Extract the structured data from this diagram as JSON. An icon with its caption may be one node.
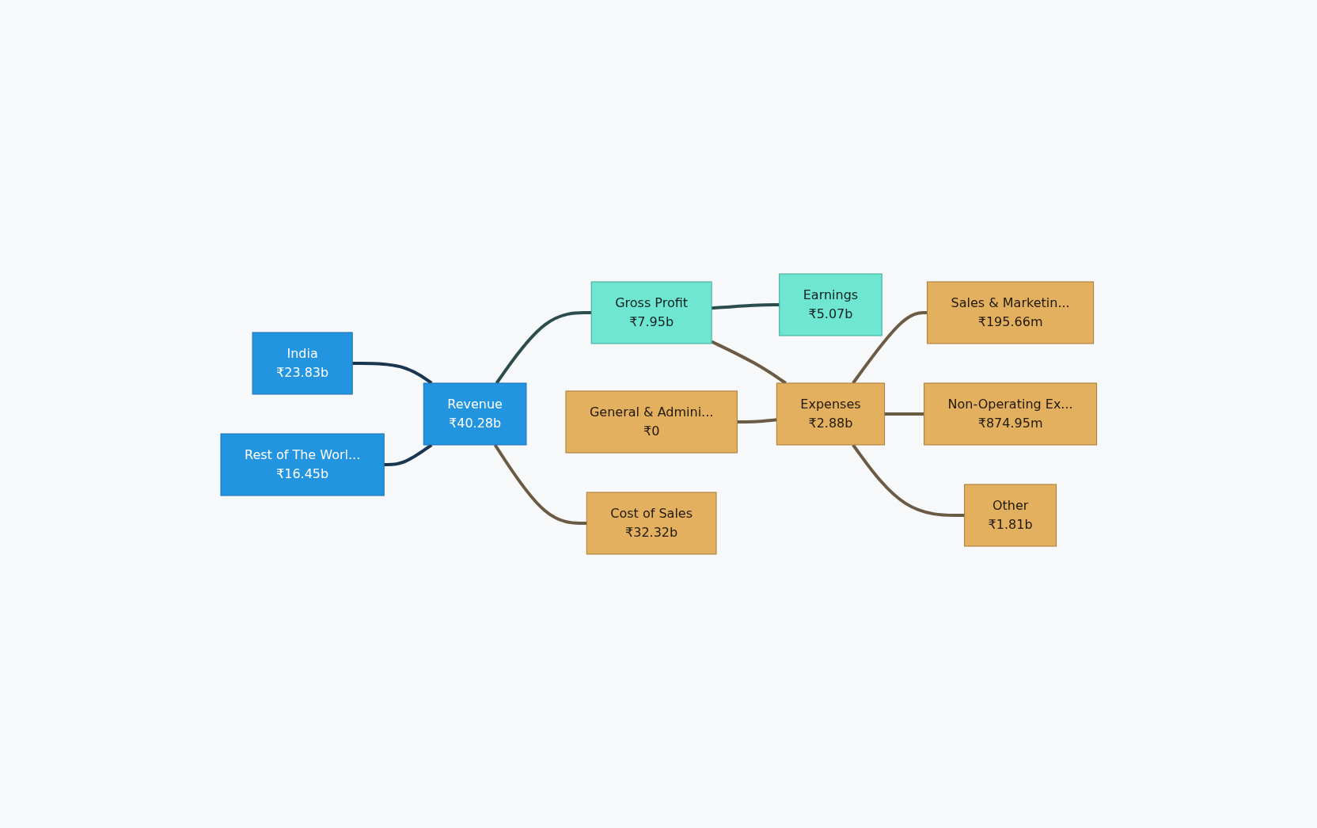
{
  "diagram": {
    "nodes": [
      {
        "text": [
          "India",
          "₹23.83b"
        ]
      },
      {
        "text": [
          "Rest of The Worl...",
          "₹16.45b"
        ]
      },
      {
        "text": [
          "Revenue",
          "₹40.28b"
        ]
      },
      {
        "text": [
          "Gross Profit",
          "₹7.95b"
        ]
      },
      {
        "text": [
          "General & Admini...",
          "₹0"
        ]
      },
      {
        "text": [
          "Cost of Sales",
          "₹32.32b"
        ]
      },
      {
        "text": [
          "Earnings",
          "₹5.07b"
        ]
      },
      {
        "text": [
          "Expenses",
          "₹2.88b"
        ]
      },
      {
        "text": [
          "Sales & Marketin...",
          "₹195.66m"
        ]
      },
      {
        "text": [
          "Non-Operating Ex...",
          "₹874.95m"
        ]
      },
      {
        "text": [
          "Other",
          "₹1.81b"
        ]
      }
    ],
    "edges": [
      {
        "from": 0,
        "to": 2,
        "arrow": "none",
        "color": "#1a3550"
      },
      {
        "from": 1,
        "to": 2,
        "arrow": "none",
        "color": "#1a3550"
      },
      {
        "from": 2,
        "to": 3,
        "arrow": "none",
        "color": "#2c4d4d"
      },
      {
        "from": 2,
        "to": 5,
        "arrow": "none"
      },
      {
        "from": 3,
        "to": 6,
        "arrow": "none",
        "color": "#2c4d4d"
      },
      {
        "from": 3,
        "to": 7,
        "arrow": "none"
      },
      {
        "from": 4,
        "to": 7,
        "arrow": "none"
      },
      {
        "from": 7,
        "to": 8,
        "arrow": "none"
      },
      {
        "from": 7,
        "to": 9,
        "arrow": "none"
      },
      {
        "from": 7,
        "to": 10,
        "arrow": "none"
      }
    ]
  }
}
